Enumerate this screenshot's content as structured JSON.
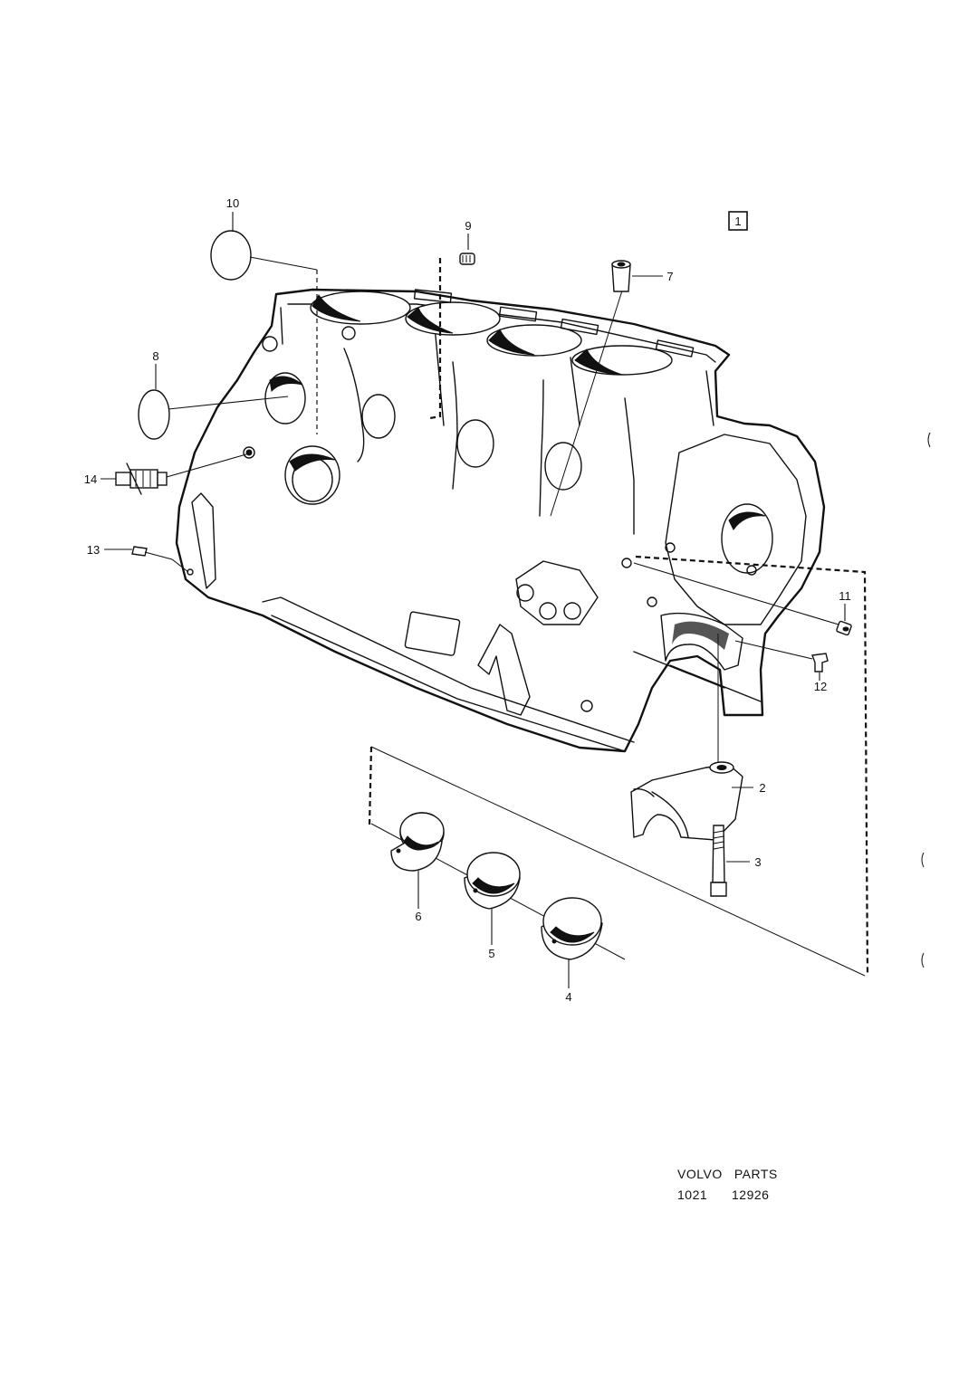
{
  "diagram": {
    "group_box_number": "1",
    "callouts": [
      {
        "id": "c10",
        "text": "10"
      },
      {
        "id": "c9",
        "text": "9"
      },
      {
        "id": "c7",
        "text": "7"
      },
      {
        "id": "c8",
        "text": "8"
      },
      {
        "id": "c14",
        "text": "14"
      },
      {
        "id": "c13",
        "text": "13"
      },
      {
        "id": "c11",
        "text": "11"
      },
      {
        "id": "c12",
        "text": "12"
      },
      {
        "id": "c2",
        "text": "2"
      },
      {
        "id": "c3",
        "text": "3"
      },
      {
        "id": "c6",
        "text": "6"
      },
      {
        "id": "c5",
        "text": "5"
      },
      {
        "id": "c4",
        "text": "4"
      }
    ]
  },
  "footer": {
    "brand": "VOLVO   PARTS",
    "code_left": "1021",
    "code_right": "12926"
  }
}
